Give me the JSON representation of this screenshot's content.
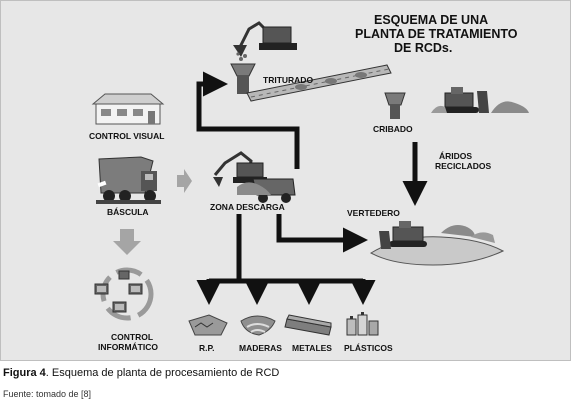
{
  "title": {
    "line1": "ESQUEMA DE UNA",
    "line2": "PLANTA DE TRATAMIENTO",
    "line3": "DE RCDs."
  },
  "nodes": {
    "control_visual": "CONTROL VISUAL",
    "bascula": "BÁSCULA",
    "control_informatico_1": "CONTROL",
    "control_informatico_2": "INFORMÁTICO",
    "zona_descarga": "ZONA DESCARGA",
    "triturado": "TRITURADO",
    "cribado": "CRIBADO",
    "aridos_1": "ÁRIDOS",
    "aridos_2": "RECICLADOS",
    "vertedero": "VERTEDERO",
    "rp": "R.P.",
    "maderas": "MADERAS",
    "metales": "METALES",
    "plasticos": "PLÁSTICOS"
  },
  "caption": {
    "label": "Figura 4",
    "text": ". Esquema de planta de procesamiento de RCD"
  },
  "source": "Fuente: tomado de [8]",
  "colors": {
    "background": "#e7e7e7",
    "arrow": "#111111",
    "gray_arrow": "#a5a5a5"
  }
}
